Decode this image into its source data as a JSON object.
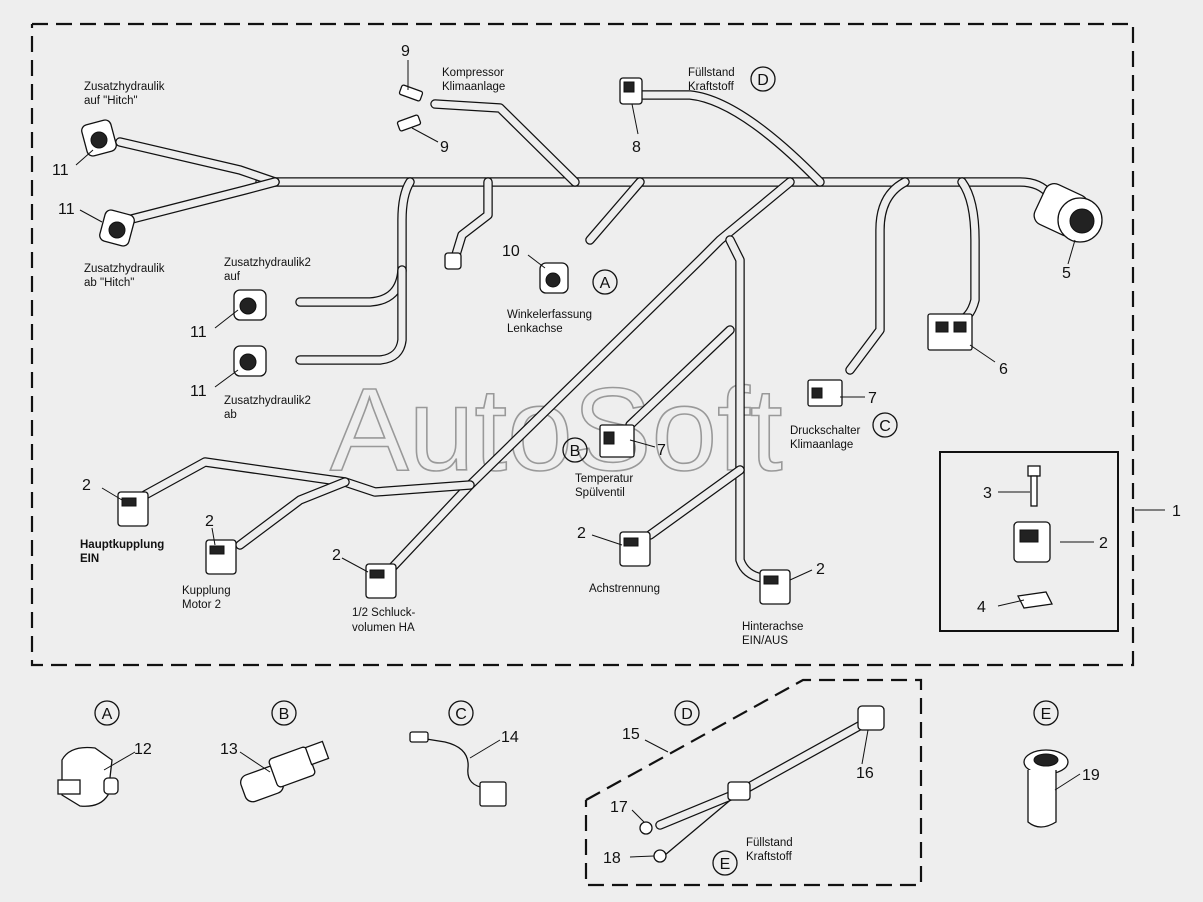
{
  "labels": {
    "aux_hitch_up_1": "Zusatzhydraulik",
    "aux_hitch_up_2": "auf \"Hitch\"",
    "aux_hitch_down_1": "Zusatzhydraulik",
    "aux_hitch_down_2": "ab \"Hitch\"",
    "compressor_1": "Kompressor",
    "compressor_2": "Klimaanlage",
    "fuel_level_1": "Füllstand",
    "fuel_level_2": "Kraftstoff",
    "aux2_up_1": "Zusatzhydraulik2",
    "aux2_up_2": "auf",
    "aux2_down_1": "Zusatzhydraulik2",
    "aux2_down_2": "ab",
    "angle_sensor_1": "Winkelerfassung",
    "angle_sensor_2": "Lenkachse",
    "pressure_switch_1": "Druckschalter",
    "pressure_switch_2": "Klimaanlage",
    "temp_1": "Temperatur",
    "temp_2": "Spülventil",
    "main_clutch_1": "Hauptkupplung",
    "main_clutch_2": "EIN",
    "clutch_motor_1": "Kupplung",
    "clutch_motor_2": "Motor 2",
    "half_swallow_1": "1/2 Schluck-",
    "half_swallow_2": "volumen HA",
    "axle_sep": "Achstrennung",
    "rear_axle_1": "Hinterachse",
    "rear_axle_2": "EIN/AUS",
    "fuel_level_e_1": "Füllstand",
    "fuel_level_e_2": "Kraftstoff"
  },
  "part_numbers": {
    "n1": "1",
    "n2a": "2",
    "n2b": "2",
    "n2c": "2",
    "n2d": "2",
    "n2e": "2",
    "n2f": "2",
    "n3": "3",
    "n4": "4",
    "n5": "5",
    "n6": "6",
    "n7a": "7",
    "n7b": "7",
    "n8": "8",
    "n9a": "9",
    "n9b": "9",
    "n10": "10",
    "n11a": "11",
    "n11b": "11",
    "n11c": "11",
    "n11d": "11",
    "n12": "12",
    "n13": "13",
    "n14": "14",
    "n15": "15",
    "n16": "16",
    "n17": "17",
    "n18": "18",
    "n19": "19"
  },
  "callouts": {
    "a_main": "A",
    "b_main": "B",
    "c_main": "C",
    "d_main": "D",
    "a_sub": "A",
    "b_sub": "B",
    "c_sub": "C",
    "d_sub": "D",
    "e_sub": "E",
    "e_inner": "E"
  },
  "watermark": "AutoSoft"
}
